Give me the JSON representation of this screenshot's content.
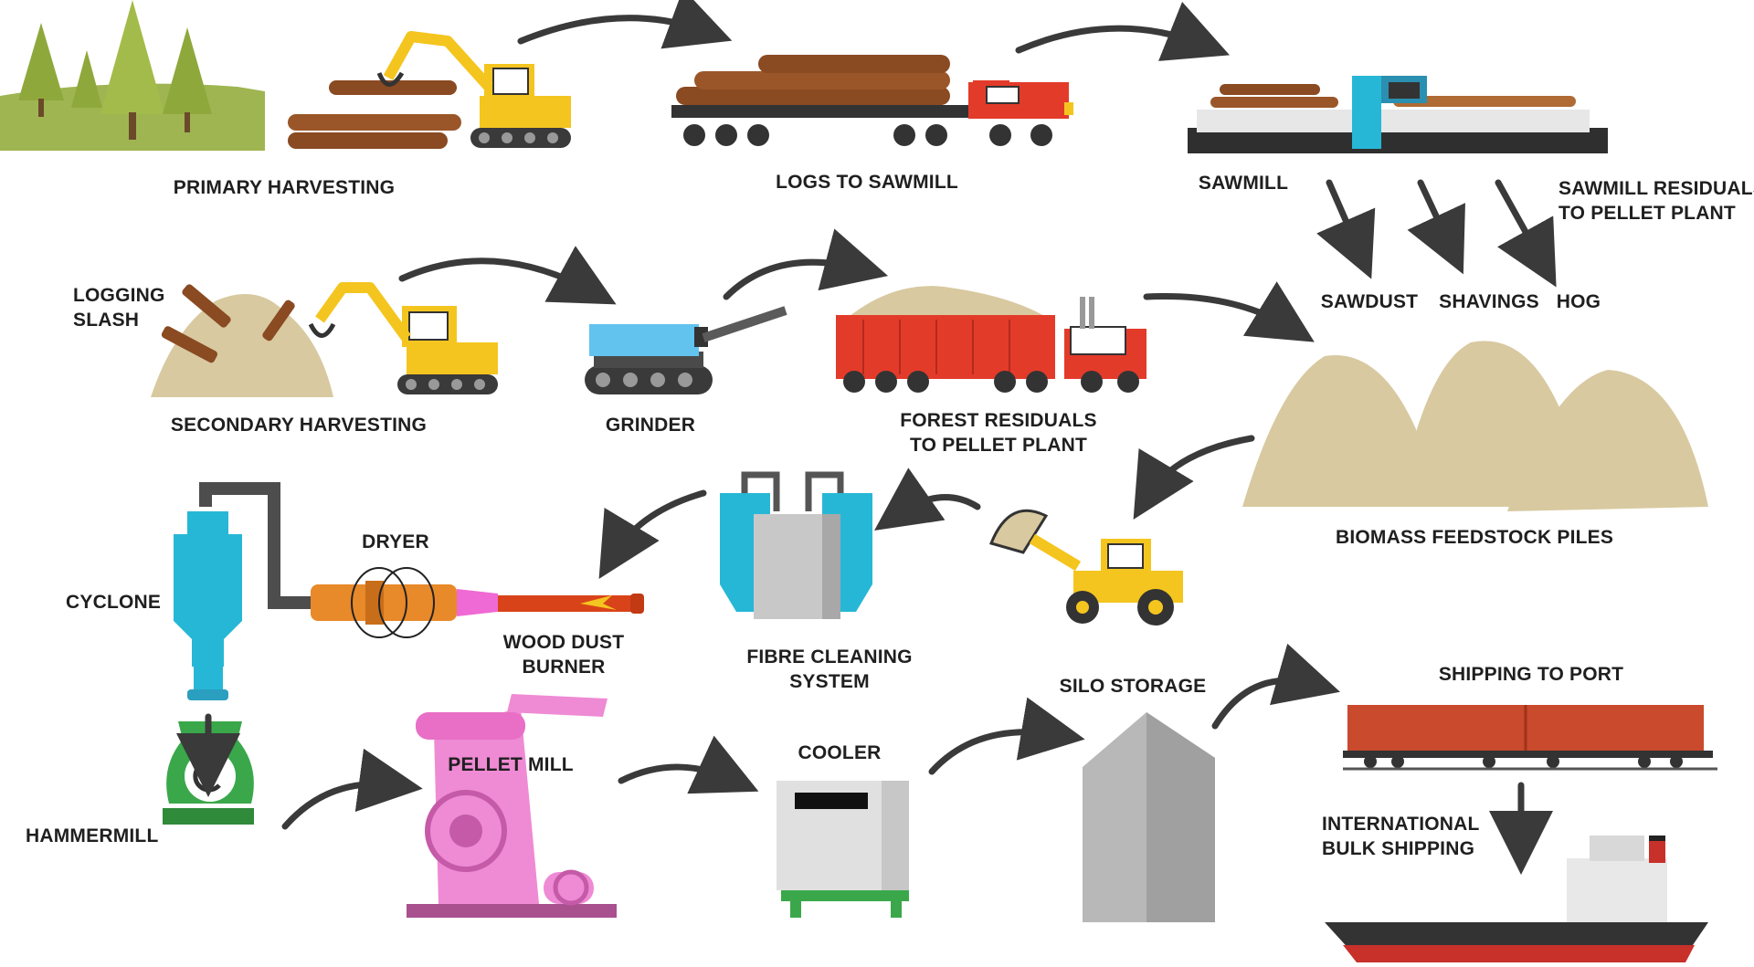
{
  "labels": {
    "primary_harvesting": "PRIMARY HARVESTING",
    "logs_to_sawmill": "LOGS TO SAWMILL",
    "sawmill": "SAWMILL",
    "sawmill_residuals_1": "SAWMILL RESIDUALS",
    "sawmill_residuals_2": "TO PELLET PLANT",
    "sawdust": "SAWDUST",
    "shavings": "SHAVINGS",
    "hog": "HOG",
    "logging_slash_1": "LOGGING",
    "logging_slash_2": "SLASH",
    "secondary_harvesting": "SECONDARY HARVESTING",
    "grinder": "GRINDER",
    "forest_residuals_1": "FOREST RESIDUALS",
    "forest_residuals_2": "TO PELLET PLANT",
    "biomass_feedstock_piles": "BIOMASS FEEDSTOCK PILES",
    "cyclone": "CYCLONE",
    "dryer": "DRYER",
    "wood_dust_burner_1": "WOOD DUST",
    "wood_dust_burner_2": "BURNER",
    "fibre_cleaning_1": "FIBRE CLEANING",
    "fibre_cleaning_2": "SYSTEM",
    "silo_storage": "SILO STORAGE",
    "shipping_to_port": "SHIPPING TO PORT",
    "hammermill": "HAMMERMILL",
    "pellet_mill": "PELLET MILL",
    "cooler": "COOLER",
    "international_1": "INTERNATIONAL",
    "international_2": "BULK SHIPPING"
  },
  "colors": {
    "arrow": "#3a3a3a",
    "sand": "#d8c9a0",
    "grass": "#9fb552",
    "tree": "#8fa83c",
    "log": "#8a4a22",
    "machine_yellow": "#f4c51f",
    "truck_red": "#e33b2a",
    "cyan": "#27b7d6",
    "orange": "#e8892a",
    "pink": "#ef8ad4",
    "green": "#3aa84a",
    "grey": "#b8b8b8",
    "dark": "#333333"
  }
}
